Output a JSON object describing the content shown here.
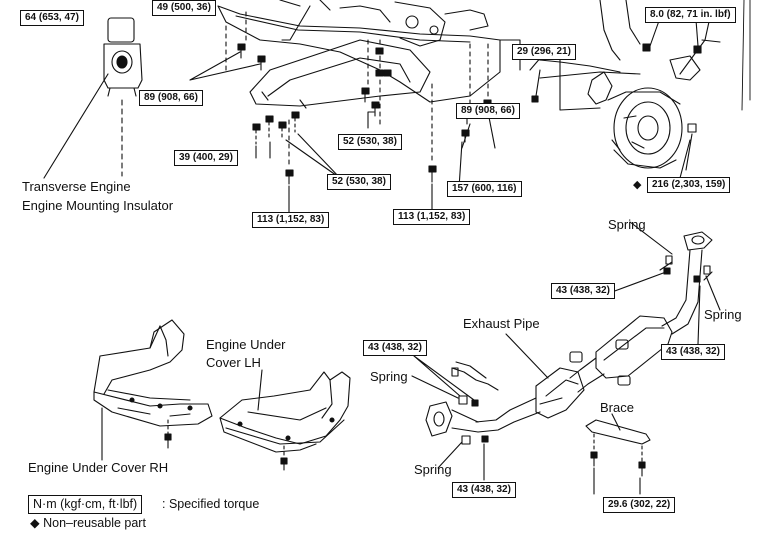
{
  "labels": {
    "transverse_line1": "Transverse Engine",
    "transverse_line2": "Engine Mounting Insulator",
    "engine_under_cover_lh_1": "Engine Under",
    "engine_under_cover_lh_2": "Cover LH",
    "engine_under_cover_rh": "Engine Under Cover RH",
    "exhaust_pipe": "Exhaust Pipe",
    "brace": "Brace",
    "spring_1": "Spring",
    "spring_2": "Spring",
    "spring_3": "Spring",
    "spring_4": "Spring"
  },
  "torques": {
    "t_64": "64 (653, 47)",
    "t_49": "49 (500, 36)",
    "t_8": "8.0 (82, 71 in. lbf)",
    "t_29": "29 (296, 21)",
    "t_89a": "89 (908, 66)",
    "t_52a": "52 (530, 38)",
    "t_89b": "89 (908, 66)",
    "t_39": "39 (400, 29)",
    "t_52b": "52 (530, 38)",
    "t_157": "157 (600, 116)",
    "t_216": "216 (2,303, 159)",
    "t_216_marker": "◆",
    "t_113a": "113 (1,152, 83)",
    "t_113b": "113 (1,152, 83)",
    "t_43a": "43 (438, 32)",
    "t_43b": "43 (438, 32)",
    "t_43c": "43 (438, 32)",
    "t_43d": "43 (438, 32)",
    "t_29_6": "29.6 (302, 22)"
  },
  "legend": {
    "unit_box": "N·m (kgf·cm, ft·lbf)",
    "unit_text": ": Specified torque",
    "nonreusable": "◆  Non–reusable part"
  },
  "colors": {
    "line": "#111111",
    "background": "#ffffff"
  }
}
